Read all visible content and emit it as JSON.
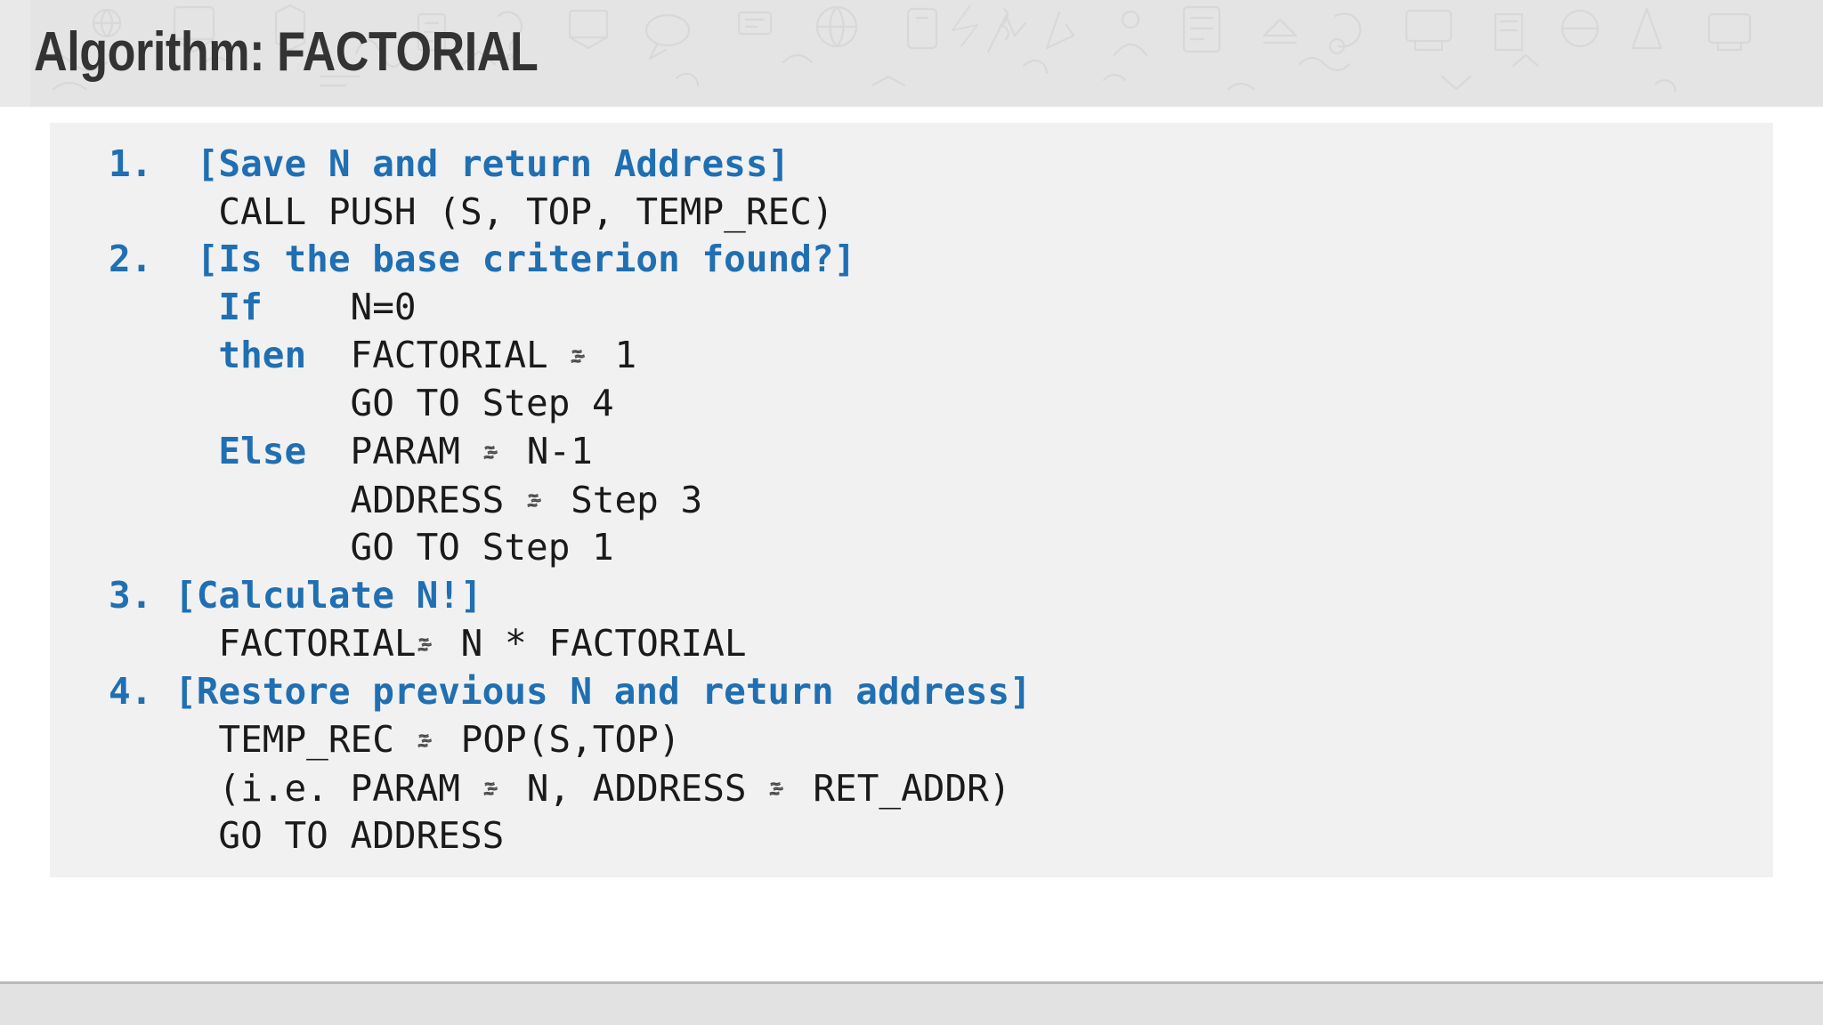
{
  "slide": {
    "title": "Algorithm: FACTORIAL",
    "accent_color": "#1f6fb2",
    "text_color": "#1a1a1a",
    "header_background": "#e4e4e4",
    "panel_background": "#f1f1f1",
    "footer_background": "#e2e2e2",
    "page_background": "#ffffff"
  },
  "algorithm": {
    "name": "FACTORIAL",
    "assignment_symbol": "assignment-arrow-icon",
    "lines": [
      {
        "id": "step-1-heading",
        "kind": "step",
        "number": "1.",
        "gap": "  ",
        "title": "[Save N and return Address]"
      },
      {
        "id": "step-1-body-1",
        "kind": "body",
        "indent": "     ",
        "text": "CALL PUSH (S, TOP, TEMP_REC)"
      },
      {
        "id": "step-2-heading",
        "kind": "step",
        "number": "2.",
        "gap": "  ",
        "title": "[Is the base criterion found?]"
      },
      {
        "id": "step-2-if",
        "kind": "kwbody",
        "indent": "     ",
        "keyword": "If",
        "gap": "    ",
        "text": "N=0"
      },
      {
        "id": "step-2-then",
        "kind": "kwassign",
        "indent": "     ",
        "keyword": "then",
        "gap": "  ",
        "lhs": "FACTORIAL ",
        "rhs": " 1"
      },
      {
        "id": "step-2-goto-4",
        "kind": "body",
        "indent": "           ",
        "text": "GO TO Step 4"
      },
      {
        "id": "step-2-else",
        "kind": "kwassign",
        "indent": "     ",
        "keyword": "Else",
        "gap": "  ",
        "lhs": "PARAM ",
        "rhs": " N-1"
      },
      {
        "id": "step-2-address",
        "kind": "assign",
        "indent": "           ",
        "lhs": "ADDRESS ",
        "rhs": " Step 3"
      },
      {
        "id": "step-2-goto-1",
        "kind": "body",
        "indent": "           ",
        "text": "GO TO Step 1"
      },
      {
        "id": "step-3-heading",
        "kind": "step",
        "number": "3.",
        "gap": " ",
        "title": "[Calculate N!]"
      },
      {
        "id": "step-3-body",
        "kind": "assign",
        "indent": "     ",
        "lhs": "FACTORIAL",
        "rhs": " N * FACTORIAL"
      },
      {
        "id": "step-4-heading",
        "kind": "step",
        "number": "4.",
        "gap": " ",
        "title": "[Restore previous N and return address]"
      },
      {
        "id": "step-4-pop",
        "kind": "assign",
        "indent": "     ",
        "lhs": "TEMP_REC ",
        "rhs": " POP(S,TOP)"
      },
      {
        "id": "step-4-ie",
        "kind": "assign2",
        "indent": "     ",
        "seg1": "(i.e. PARAM ",
        "seg2": " N, ADDRESS ",
        "seg3": " RET_ADDR)"
      },
      {
        "id": "step-4-goto",
        "kind": "body",
        "indent": "     ",
        "text": "GO TO ADDRESS"
      }
    ]
  }
}
